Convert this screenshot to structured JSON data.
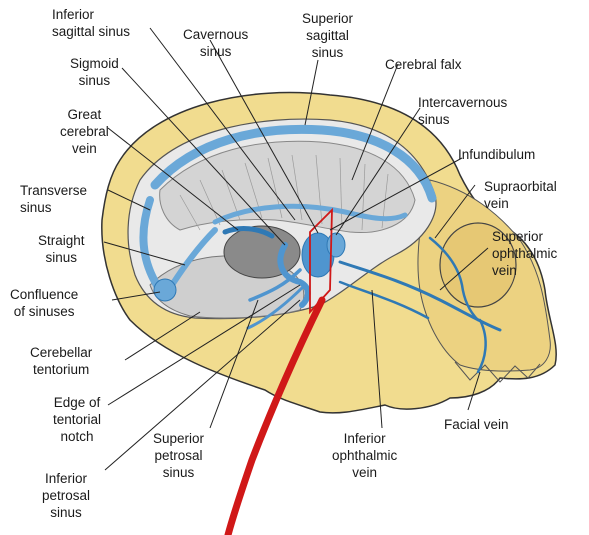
{
  "labels": {
    "inferior_sagittal_sinus": "Inferior\nsagittal sinus",
    "cavernous_sinus": "Cavernous\nsinus",
    "superior_sagittal_sinus": "Superior\nsagittal\nsinus",
    "cerebral_falx": "Cerebral falx",
    "sigmoid_sinus": "Sigmoid\nsinus",
    "intercavernous_sinus": "Intercavernous\nsinus",
    "great_cerebral_vein": "Great\ncerebral\nvein",
    "infundibulum": "Infundibulum",
    "transverse_sinus": "Transverse\nsinus",
    "supraorbital_vein": "Supraorbital\nvein",
    "straight_sinus": "Straight\nsinus",
    "superior_ophthalmic_vein": "Superior\nophthalmic\nvein",
    "confluence_of_sinuses": "Confluence\nof sinuses",
    "cerebellar_tentorium": "Cerebellar\ntentorium",
    "edge_of_tentorial_notch": "Edge of\ntentorial\nnotch",
    "facial_vein": "Facial vein",
    "superior_petrosal_sinus": "Superior\npetrosal\nsinus",
    "inferior_ophthalmic_vein": "Inferior\nophthalmic\nvein",
    "inferior_petrosal_sinus": "Inferior\npetrosal\nsinus"
  },
  "colors": {
    "bone": "#f1dc8f",
    "bone_shadow": "#d8bd62",
    "falx": "#d4d4d4",
    "sinus": "#6aa8d8",
    "vein_dark": "#2f79b5",
    "artery": "#d01818",
    "outline": "#333333"
  }
}
